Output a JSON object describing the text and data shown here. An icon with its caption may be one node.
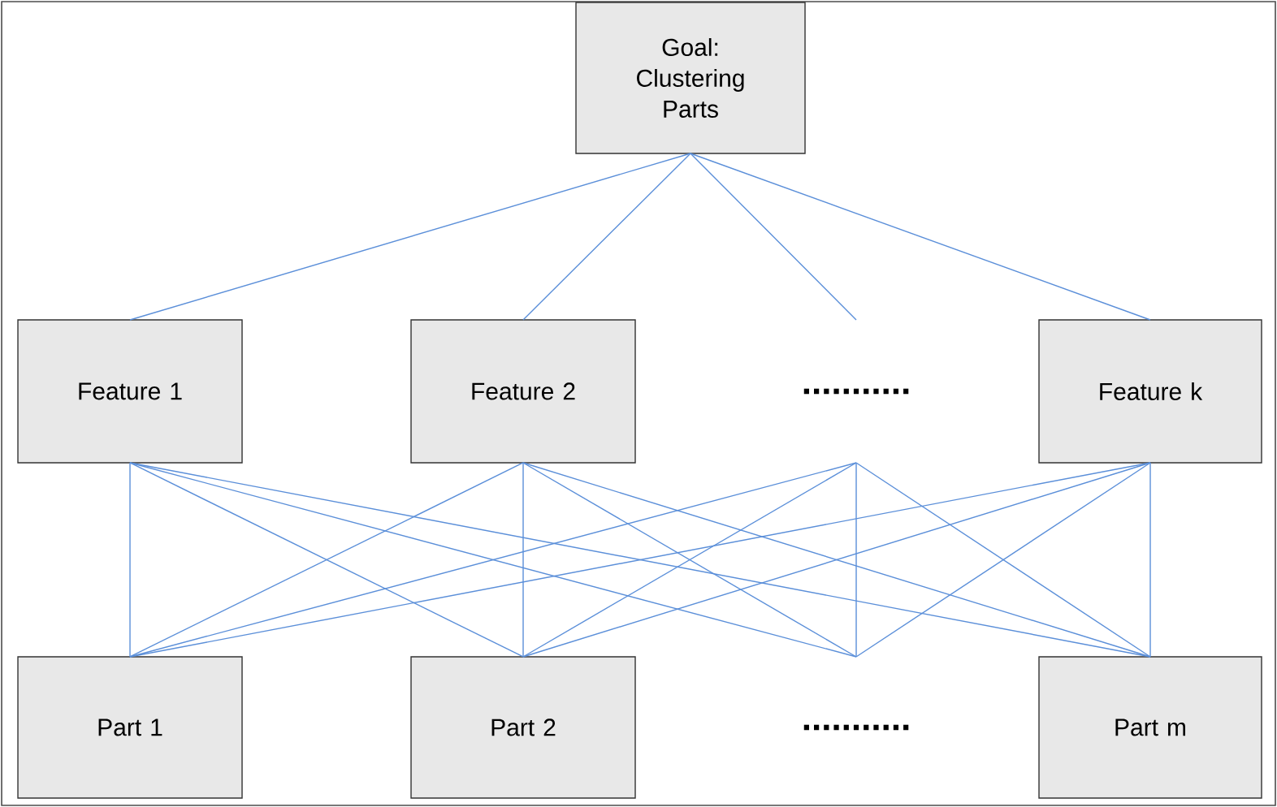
{
  "diagram": {
    "nodes": [
      {
        "text": [
          "Goal: Clustering Parts"
        ]
      },
      {
        "text": [
          "Feature 1"
        ]
      },
      {
        "text": [
          "Feature 2"
        ]
      },
      {
        "text": [
          "..........."
        ]
      },
      {
        "text": [
          "Feature k"
        ]
      },
      {
        "text": [
          "Part 1"
        ]
      },
      {
        "text": [
          "Part 2"
        ]
      },
      {
        "text": [
          "..........."
        ]
      },
      {
        "text": [
          "Part m"
        ]
      }
    ],
    "edges": [
      {
        "from": 0,
        "to": 1,
        "arrow": "none"
      },
      {
        "from": 0,
        "to": 2,
        "arrow": "none"
      },
      {
        "from": 0,
        "to": 3,
        "arrow": "none"
      },
      {
        "from": 0,
        "to": 4,
        "arrow": "none"
      },
      {
        "from": 1,
        "to": 5,
        "arrow": "none"
      },
      {
        "from": 1,
        "to": 6,
        "arrow": "none"
      },
      {
        "from": 1,
        "to": 7,
        "arrow": "none"
      },
      {
        "from": 1,
        "to": 8,
        "arrow": "none"
      },
      {
        "from": 2,
        "to": 5,
        "arrow": "none"
      },
      {
        "from": 2,
        "to": 6,
        "arrow": "none"
      },
      {
        "from": 2,
        "to": 7,
        "arrow": "none"
      },
      {
        "from": 2,
        "to": 8,
        "arrow": "none"
      },
      {
        "from": 3,
        "to": 5,
        "arrow": "none"
      },
      {
        "from": 3,
        "to": 6,
        "arrow": "none"
      },
      {
        "from": 3,
        "to": 7,
        "arrow": "none"
      },
      {
        "from": 3,
        "to": 8,
        "arrow": "none"
      },
      {
        "from": 4,
        "to": 5,
        "arrow": "none"
      },
      {
        "from": 4,
        "to": 6,
        "arrow": "none"
      },
      {
        "from": 4,
        "to": 7,
        "arrow": "none"
      },
      {
        "from": 4,
        "to": 8,
        "arrow": "none"
      }
    ]
  }
}
